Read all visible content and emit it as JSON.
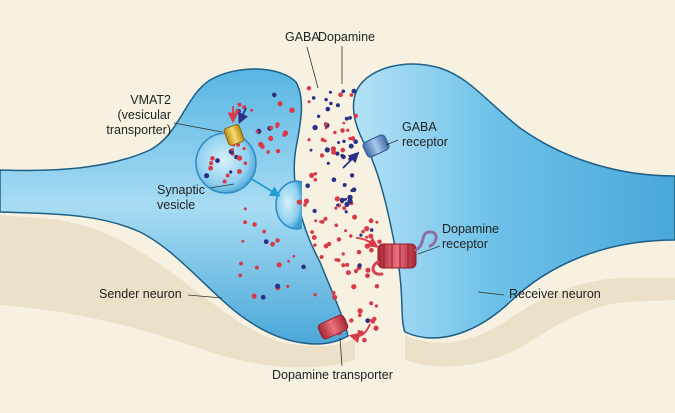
{
  "labels": {
    "gaba": "GABA",
    "dopamine": "Dopamine",
    "vmat2": [
      "VMAT2",
      "(vesicular",
      "transporter)"
    ],
    "gaba_receptor": [
      "GABA",
      "receptor"
    ],
    "synaptic_vesicle": [
      "Synaptic",
      "vesicle"
    ],
    "dopamine_receptor": [
      "Dopamine",
      "receptor"
    ],
    "sender_neuron": "Sender neuron",
    "receiver_neuron": "Receiver neuron",
    "dopamine_transporter": "Dopamine transporter"
  },
  "colors": {
    "background": "#f7f1e1",
    "shadow": "#ebe1c8",
    "neuron_fill": "#58b5e3",
    "neuron_edge": "#1d5f86",
    "dopamine_dot": "#d93a48",
    "gaba_dot": "#2b2f86",
    "vmat2": "#e3b51d",
    "gaba_receptor": "#5a8cc4",
    "dopamine_receptor": "#d64553"
  }
}
